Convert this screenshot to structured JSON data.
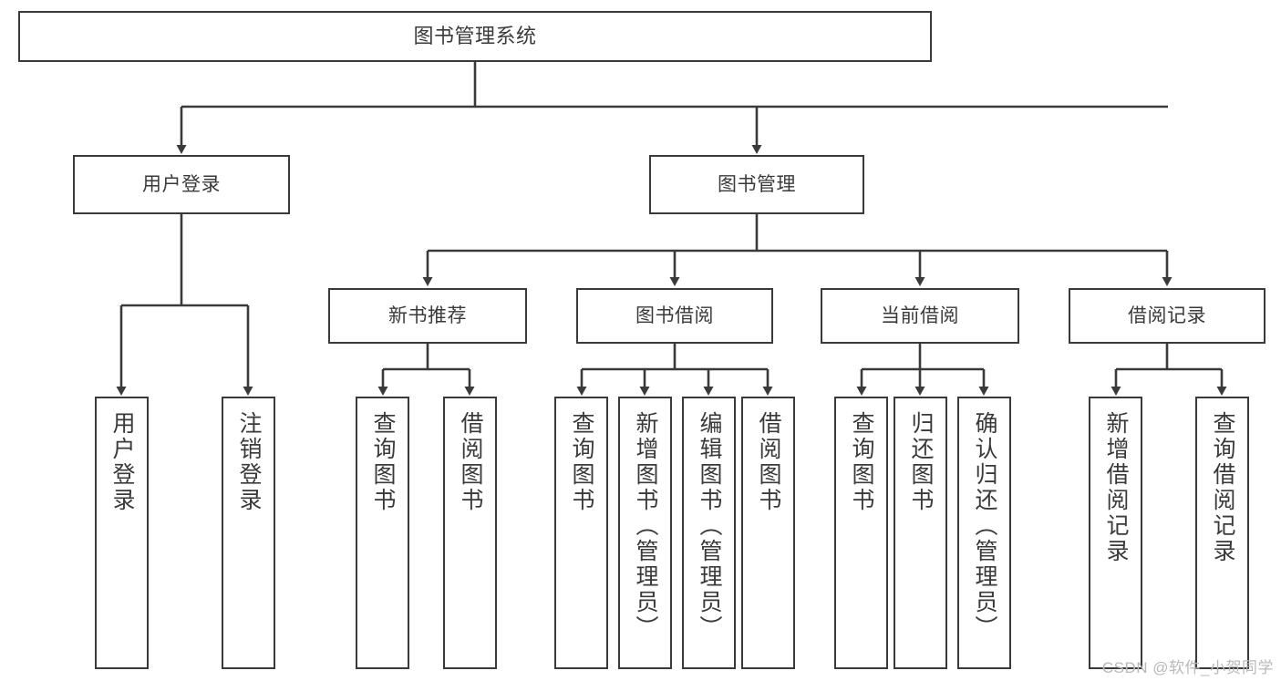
{
  "diagram": {
    "type": "tree-hierarchy-chart",
    "title": "图书管理系统",
    "stroke_color": "#3a3a3a",
    "background_color": "#ffffff",
    "text_color": "#3a3a3a"
  },
  "root": {
    "label": "图书管理系统"
  },
  "level1": [
    {
      "label": "用户登录"
    },
    {
      "label": "图书管理"
    }
  ],
  "level2": [
    {
      "label": "新书推荐"
    },
    {
      "label": "图书借阅"
    },
    {
      "label": "当前借阅"
    },
    {
      "label": "借阅记录"
    }
  ],
  "leaves": {
    "user_login": [
      {
        "label": "用户登录"
      },
      {
        "label": "注销登录"
      }
    ],
    "new_book_recommend": [
      {
        "label": "查询图书"
      },
      {
        "label": "借阅图书"
      }
    ],
    "book_borrow": [
      {
        "label": "查询图书"
      },
      {
        "label": "新增图书（管理员）"
      },
      {
        "label": "编辑图书（管理员）"
      },
      {
        "label": "借阅图书"
      }
    ],
    "current_borrow": [
      {
        "label": "查询图书"
      },
      {
        "label": "归还图书"
      },
      {
        "label": "确认归还（管理员）"
      }
    ],
    "borrow_record": [
      {
        "label": "新增借阅记录"
      },
      {
        "label": "查询借阅记录"
      }
    ]
  },
  "watermark": {
    "text": "CSDN @软件_小贺同学"
  }
}
